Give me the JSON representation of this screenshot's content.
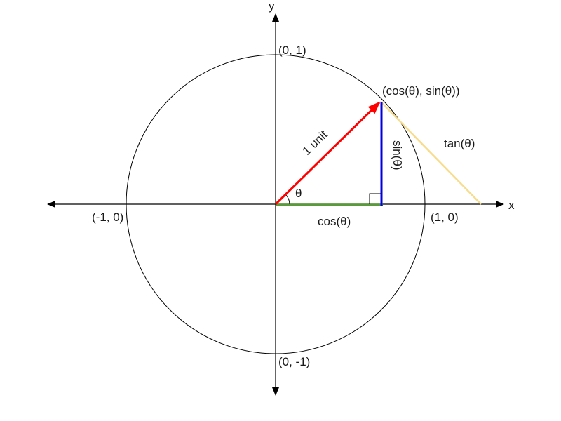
{
  "axes": {
    "x_label": "x",
    "y_label": "y"
  },
  "points": {
    "top": "(0, 1)",
    "bottom": "(0, -1)",
    "left": "(-1, 0)",
    "right": "(1, 0)",
    "tip": "(cos(θ), sin(θ))"
  },
  "labels": {
    "radius": "1 unit",
    "angle": "θ",
    "sine": "sin(θ)",
    "cosine": "cos(θ)",
    "tangent": "tan(θ)"
  },
  "colors": {
    "axis": "#000000",
    "circle": "#000000",
    "radius": "#ff0000",
    "sine": "#0000dd",
    "cosine": "#5a9a3c",
    "tangent": "#f7dc8c"
  }
}
